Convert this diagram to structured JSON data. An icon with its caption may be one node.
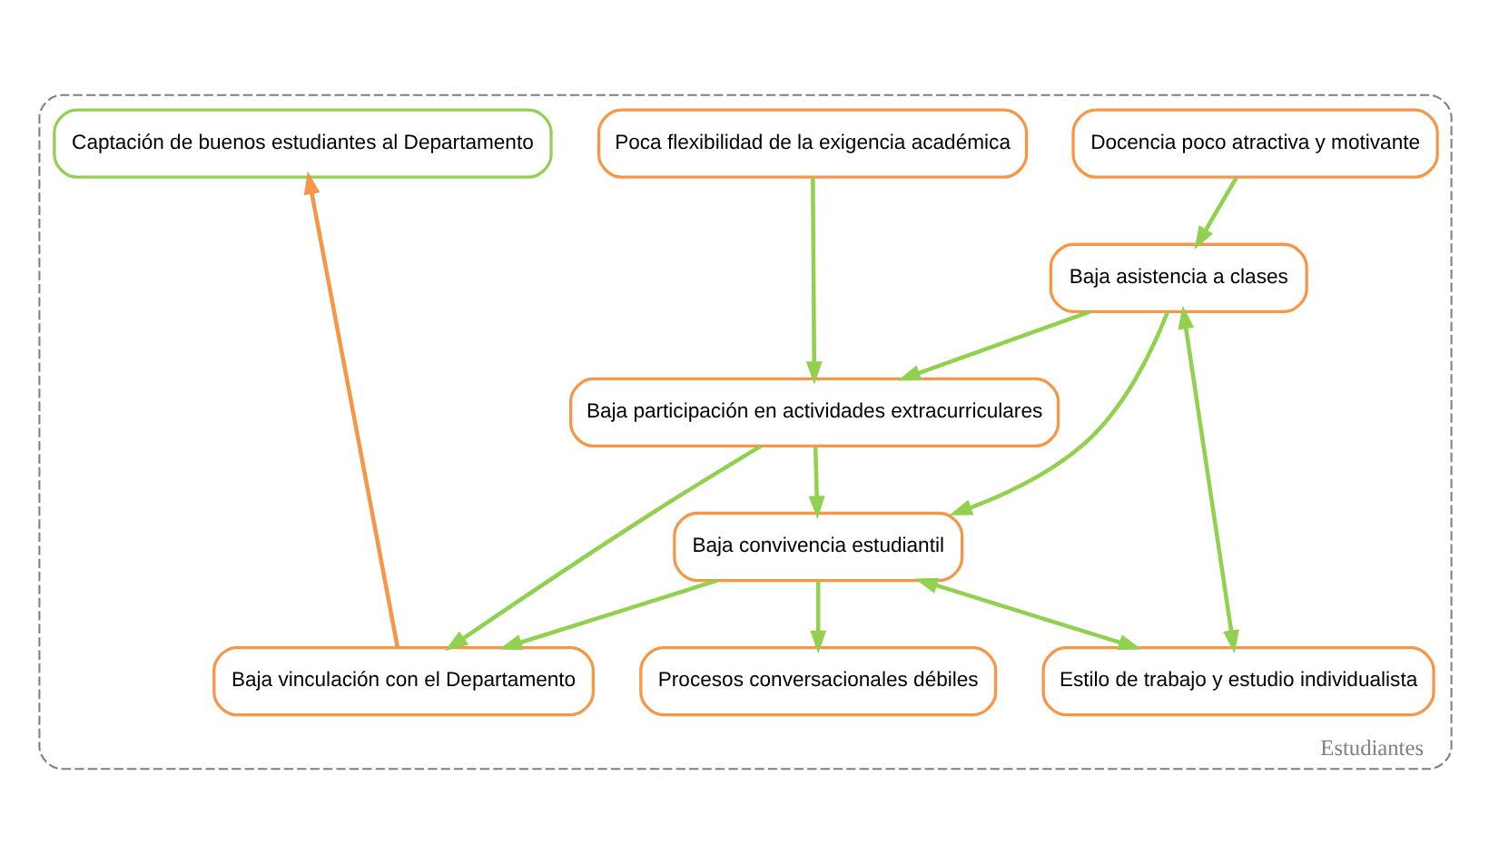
{
  "diagram": {
    "nodes": [
      {
        "text": [
          "Estudiantes"
        ]
      },
      {
        "text": [
          "Docencia poco atractiva y motivante"
        ],
        "in": 0
      },
      {
        "text": [
          "Poca flexibilidad de la exigencia académica"
        ],
        "in": 0
      },
      {
        "text": [
          "Captación de buenos estudiantes al Departamento"
        ],
        "in": 0
      },
      {
        "text": [
          "Baja participación en actividades extracurriculares"
        ],
        "in": 0
      },
      {
        "text": [
          "Baja asistencia a clases"
        ],
        "in": 0
      },
      {
        "text": [
          "Baja vinculación con el Departamento"
        ],
        "in": 0
      },
      {
        "text": [
          "Baja convivencia estudiantil"
        ],
        "in": 0
      },
      {
        "text": [
          "Procesos conversacionales débiles"
        ],
        "in": 0
      },
      {
        "text": [
          "Estilo de trabajo y estudio individualista"
        ],
        "in": 0
      }
    ],
    "edges": [
      {
        "from": 1,
        "to": 5,
        "arrow": "to"
      },
      {
        "from": 2,
        "to": 4,
        "arrow": "to"
      },
      {
        "from": 5,
        "to": 4,
        "arrow": "to"
      },
      {
        "from": 5,
        "to": 7,
        "arrow": "to"
      },
      {
        "from": 4,
        "to": 7,
        "arrow": "to"
      },
      {
        "from": 4,
        "to": 6,
        "arrow": "to"
      },
      {
        "from": 7,
        "to": 6,
        "arrow": "to"
      },
      {
        "from": 7,
        "to": 8,
        "arrow": "to"
      },
      {
        "from": 7,
        "to": 9,
        "arrow": "both"
      },
      {
        "from": 5,
        "to": 9,
        "arrow": "both"
      },
      {
        "from": 6,
        "to": 3,
        "arrow": "to",
        "color": "#f79646"
      }
    ]
  }
}
